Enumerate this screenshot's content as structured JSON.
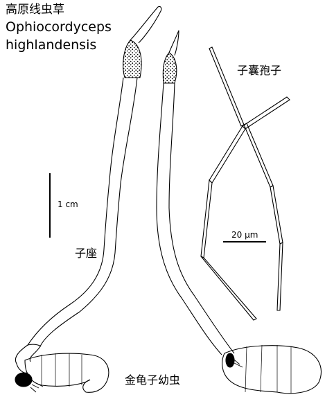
{
  "title": {
    "chinese": "高原线虫草",
    "latin_line1": "Ophiocordyceps",
    "latin_line2": "highlandensis"
  },
  "labels": {
    "stroma": "子座",
    "host_larva": "金龟子幼虫",
    "ascospores": "子囊孢子"
  },
  "scale_bars": {
    "specimen": "1 cm",
    "ascospore": "20 µm"
  }
}
